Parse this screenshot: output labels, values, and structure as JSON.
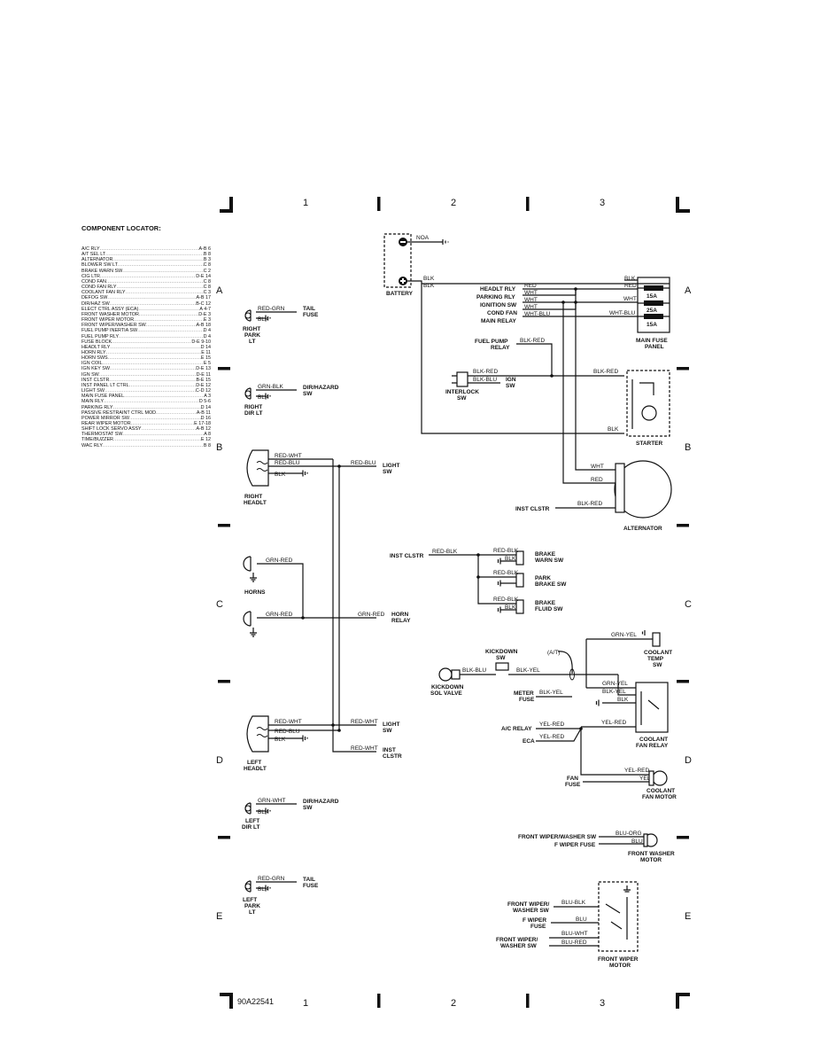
{
  "locator": {
    "title": "COMPONENT LOCATOR:",
    "rows": [
      {
        "name": "A/C RLY",
        "loc": "A-B 6"
      },
      {
        "name": "A/T SEL LT",
        "loc": "B 8"
      },
      {
        "name": "ALTERNATOR",
        "loc": "B 3"
      },
      {
        "name": "BLOWER SW LT",
        "loc": "C 8"
      },
      {
        "name": "BRAKE WARN SW",
        "loc": "C 2"
      },
      {
        "name": "CIG LTR",
        "loc": "D-E 14"
      },
      {
        "name": "COND FAN",
        "loc": "C 8"
      },
      {
        "name": "COND FAN RLY",
        "loc": "C 8"
      },
      {
        "name": "COOLANT FAN RLY",
        "loc": "C 3"
      },
      {
        "name": "DEFOG SW",
        "loc": "A-B 17"
      },
      {
        "name": "DIR/HAZ SW",
        "loc": "B-C 12"
      },
      {
        "name": "ELECT CTRL ASSY (ECA)",
        "loc": "A 4-7"
      },
      {
        "name": "FRONT WASHER MOTOR",
        "loc": "D-E 3"
      },
      {
        "name": "FRONT WIPER MOTOR",
        "loc": "E 3"
      },
      {
        "name": "FRONT WIPER/WASHER SW",
        "loc": "A-B 18"
      },
      {
        "name": "FUEL PUMP INERTIA SW",
        "loc": "D 4"
      },
      {
        "name": "FUEL PUMP RLY",
        "loc": "D 4"
      },
      {
        "name": "FUSE BLOCK",
        "loc": "D-E 9-10"
      },
      {
        "name": "HEADLT RLY",
        "loc": "D 14"
      },
      {
        "name": "HORN RLY",
        "loc": "E 11"
      },
      {
        "name": "HORN SWS",
        "loc": "E 15"
      },
      {
        "name": "IGN COIL",
        "loc": "E 5"
      },
      {
        "name": "IGN KEY SW",
        "loc": "D-E 13"
      },
      {
        "name": "IGN SW",
        "loc": "D-E 11"
      },
      {
        "name": "INST CLSTR",
        "loc": "B-E 15"
      },
      {
        "name": "INST PANEL LT CTRL",
        "loc": "D-E 12"
      },
      {
        "name": "LIGHT SW",
        "loc": "C-D 12"
      },
      {
        "name": "MAIN FUSE PANEL",
        "loc": "A 3"
      },
      {
        "name": "MAIN RLY",
        "loc": "D 5-6"
      },
      {
        "name": "PARKING RLY",
        "loc": "D 14"
      },
      {
        "name": "PASSIVE RESTRAINT CTRL MOD",
        "loc": "A-B 11"
      },
      {
        "name": "POWER MIRROR SW",
        "loc": "D 16"
      },
      {
        "name": "REAR WIPER MOTOR",
        "loc": "E 17-18"
      },
      {
        "name": "SHIFT LOCK SERVO ASSY",
        "loc": "A-B 12"
      },
      {
        "name": "THERMOSTAT SW",
        "loc": "A 8"
      },
      {
        "name": "TIME/BUZZER",
        "loc": "E 12"
      },
      {
        "name": "WAC RLY",
        "loc": "B 8"
      }
    ]
  },
  "grid": {
    "columns": [
      "1",
      "2",
      "3"
    ],
    "rows": [
      "A",
      "B",
      "C",
      "D",
      "E"
    ]
  },
  "figure_id": "90A22541",
  "components": {
    "battery": "BATTERY",
    "main_fuse_panel": [
      "MAIN FUSE",
      "PANEL"
    ],
    "starter": "STARTER",
    "alternator": "ALTERNATOR",
    "interlock_sw": [
      "INTERLOCK",
      "SW"
    ],
    "ign_sw": [
      "IGN",
      "SW"
    ],
    "right_park_lt": [
      "RIGHT",
      "PARK",
      "LT"
    ],
    "right_dir_lt": [
      "RIGHT",
      "DIR LT"
    ],
    "right_headlt": [
      "RIGHT",
      "HEADLT"
    ],
    "horns": "HORNS",
    "left_headlt": [
      "LEFT",
      "HEADLT"
    ],
    "left_dir_lt": [
      "LEFT",
      "DIR LT"
    ],
    "left_park_lt": [
      "LEFT",
      "PARK",
      "LT"
    ],
    "tail_fuse": [
      "TAIL",
      "FUSE"
    ],
    "dir_hazard_sw": [
      "DIR/HAZARD",
      "SW"
    ],
    "light_sw": [
      "LIGHT",
      "SW"
    ],
    "horn_relay": [
      "HORN",
      "RELAY"
    ],
    "inst_clstr_2": [
      "INST",
      "CLSTR"
    ],
    "brake_warn_sw": [
      "BRAKE",
      "WARN SW"
    ],
    "park_brake_sw": [
      "PARK",
      "BRAKE SW"
    ],
    "brake_fluid_sw": [
      "BRAKE",
      "FLUID SW"
    ],
    "coolant_temp_sw": [
      "COOLANT",
      "TEMP",
      "SW"
    ],
    "kickdown_sw": [
      "KICKDOWN",
      "SW"
    ],
    "kickdown_sol_valve": [
      "KICKDOWN",
      "SOL VALVE"
    ],
    "coolant_fan_relay": [
      "COOLANT",
      "FAN RELAY"
    ],
    "coolant_fan_motor": [
      "COOLANT",
      "FAN MOTOR"
    ],
    "front_washer_motor": [
      "FRONT WASHER",
      "MOTOR"
    ],
    "front_wiper_motor": [
      "FRONT WIPER",
      "MOTOR"
    ]
  },
  "circuit_labels": {
    "headlt_rly": "HEADLT RLY",
    "parking_rly": "PARKING RLY",
    "ignition_sw": "IGNITION SW",
    "cond_fan": "COND FAN",
    "main_relay": "MAIN RELAY",
    "fuel_pump_relay": [
      "FUEL PUMP",
      "RELAY"
    ],
    "inst_clstr": "INST CLSTR",
    "at": "(A/T)",
    "meter_fuse": [
      "METER",
      "FUSE"
    ],
    "ac_relay": "A/C RELAY",
    "eca": "ECA",
    "fan_fuse": [
      "FAN",
      "FUSE"
    ],
    "front_wiper_washer_sw": "FRONT WIPER/WASHER SW",
    "f_wiper_fuse": "F WIPER FUSE",
    "front_wiper_washer_sw_2": [
      "FRONT WIPER/",
      "WASHER SW"
    ],
    "f_wiper_fuse_2": [
      "F WIPER",
      "FUSE"
    ],
    "front_wiper_washer_sw_3": [
      "FRONT WIPER/",
      "WASHER SW"
    ],
    "noa": "NOA"
  },
  "fuses": {
    "f1": "15A",
    "f2": "25A",
    "f3": "15A"
  },
  "wire_colors": {
    "blk": "BLK",
    "red": "RED",
    "wht": "WHT",
    "wht_blu": "WHT-BLU",
    "blk_red": "BLK-RED",
    "blk_blu": "BLK-BLU",
    "red_grn": "RED-GRN",
    "grn_blk": "GRN-BLK",
    "red_wht": "RED-WHT",
    "red_blu": "RED-BLU",
    "grn_red": "GRN-RED",
    "grn_wht": "GRN-WHT",
    "red_blk": "RED-BLK",
    "grn_yel": "GRN-YEL",
    "blk_yel": "BLK-YEL",
    "yel_red": "YEL-RED",
    "yel": "YEL",
    "blu_org": "BLU-ORG",
    "blu": "BLU",
    "blu_blk": "BLU-BLK",
    "blu_wht": "BLU-WHT",
    "blu_red": "BLU-RED"
  }
}
